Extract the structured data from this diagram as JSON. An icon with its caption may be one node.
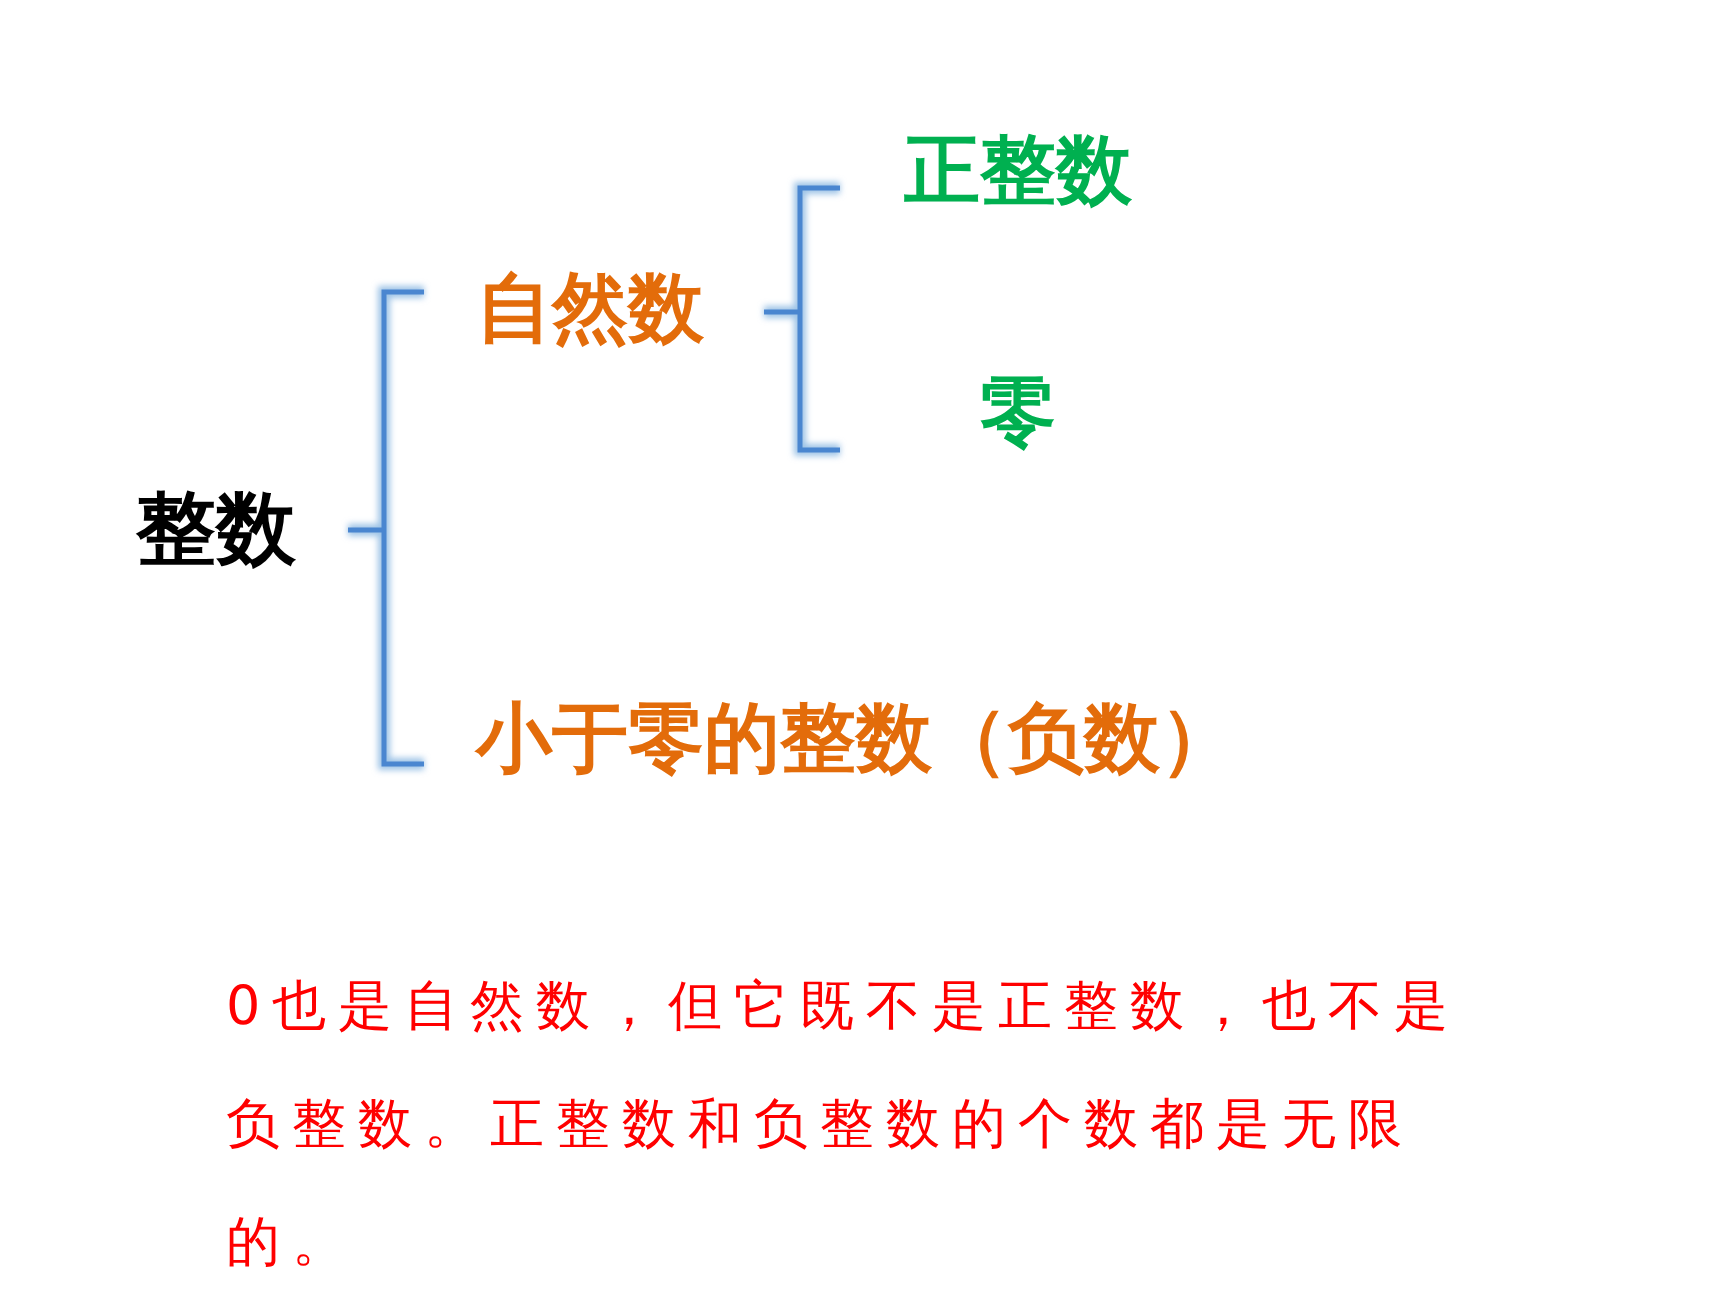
{
  "diagram": {
    "nodes": [
      {
        "text": [
          "整数"
        ]
      },
      {
        "text": [
          "自然数"
        ]
      },
      {
        "text": [
          "正整数"
        ]
      },
      {
        "text": [
          "零"
        ]
      },
      {
        "text": [
          "小于零的整数（负数）"
        ]
      }
    ],
    "labels": [
      "0也是自然数，但它既不是正整数，也不是负整数。正整数和负整数的个数都是无限的。"
    ]
  }
}
